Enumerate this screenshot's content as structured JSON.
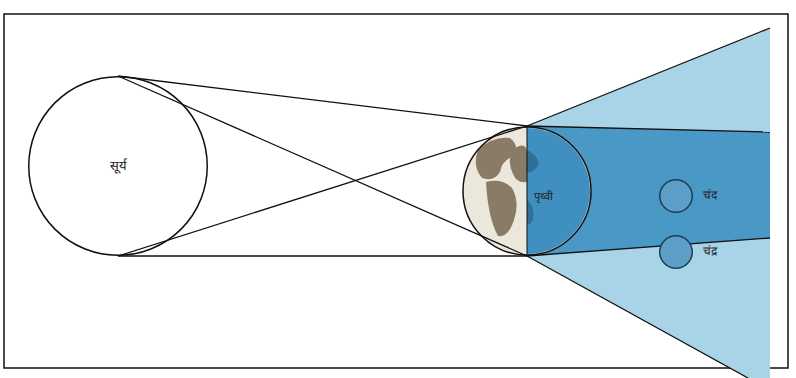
{
  "diagram": {
    "nodes": [
      {
        "text": [
          "सूर्य"
        ]
      },
      {
        "text": [
          "पृथ्वी"
        ]
      },
      {
        "text": [
          "चंद"
        ]
      },
      {
        "text": [
          "चंद्र"
        ]
      }
    ]
  }
}
